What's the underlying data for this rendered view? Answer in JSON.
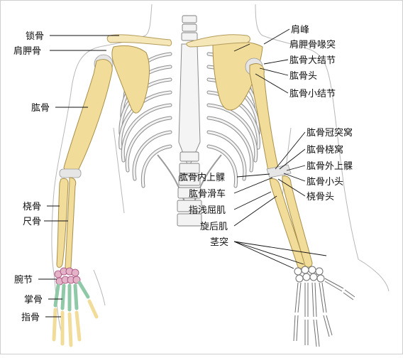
{
  "labels": {
    "clavicle": "锁骨",
    "scapula": "肩胛骨",
    "humerus": "肱骨",
    "radius": "桡骨",
    "ulna": "尺骨",
    "carpus": "腕节",
    "metacarpus": "掌骨",
    "phalanges": "指骨",
    "acromion": "肩峰",
    "coracoid_process": "肩胛骨喙突",
    "greater_tubercle": "肱骨大结节",
    "humeral_head": "肱骨头",
    "lesser_tubercle": "肱骨小结节",
    "coronoid_fossa": "肱骨冠突窝",
    "radial_fossa": "肱骨桡窝",
    "lateral_epicondyle": "肱骨外上髁",
    "capitulum": "肱骨小头",
    "radial_head": "桡骨头",
    "medial_epicondyle": "肱骨内上髁",
    "trochlea": "肱骨滑车",
    "flexor_digitorum_superficialis": "指浅屈肌",
    "supinator": "旋后肌",
    "styloid_process": "茎突"
  },
  "colors": {
    "bone": "#f2dc9a",
    "cartilage": "#e6e6e6",
    "humerus_outline": "#c0265f",
    "radius_outline": "#b03a4a",
    "ulna_outline": "#5a8a3a",
    "carpal_pink": "#e4b3c8",
    "metacarpal_green": "#8fc9a8",
    "leader": "#111111"
  }
}
